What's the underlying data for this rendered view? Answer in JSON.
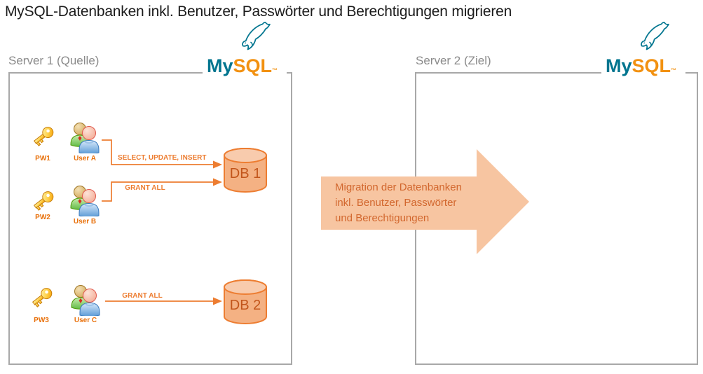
{
  "page": {
    "title": "MySQL-Datenbanken inkl. Benutzer, Passwörter und Berechtigungen migrieren"
  },
  "logo": {
    "my": "My",
    "sql": "SQL",
    "tm": "™"
  },
  "source_server": {
    "label": "Server 1 (Quelle)",
    "groups": [
      {
        "password": "PW1",
        "user": "User A",
        "permission": "SELECT, UPDATE, INSERT",
        "target_db": "DB 1"
      },
      {
        "password": "PW2",
        "user": "User B",
        "permission": "GRANT ALL",
        "target_db": "DB 1"
      },
      {
        "password": "PW3",
        "user": "User C",
        "permission": "GRANT ALL",
        "target_db": "DB 2"
      }
    ],
    "databases": [
      {
        "name": "DB 1"
      },
      {
        "name": "DB 2"
      }
    ]
  },
  "target_server": {
    "label": "Server 2 (Ziel)"
  },
  "migration_arrow": {
    "line1": "Migration der Datenbanken",
    "line2": "inkl. Benutzer, Passwörter",
    "line3": "und Berechtigungen"
  },
  "colors": {
    "mysql_teal": "#00758f",
    "mysql_orange": "#f29111",
    "connector_orange": "#ed7d31",
    "label_orange": "#e8700a",
    "db_fill": "#f4b183",
    "db_top_fill": "#f8cbad",
    "db_text": "#c2551b",
    "migration_arrow_fill": "#f7c5a1",
    "migration_arrow_text": "#d2672e",
    "box_border_gray": "#a8a8a8",
    "server_label_gray": "#8a8a8a"
  }
}
